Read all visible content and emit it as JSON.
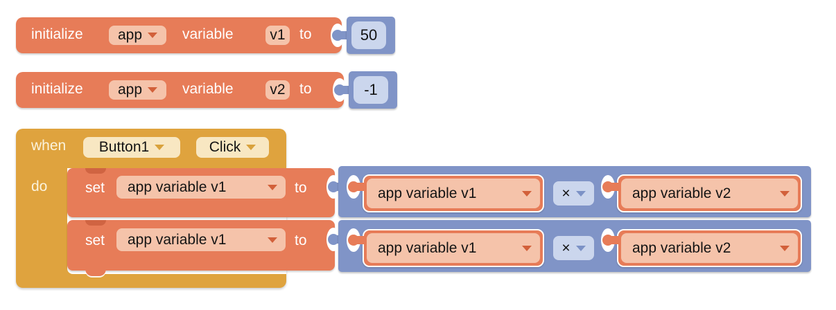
{
  "palette": {
    "salmon": "#E77C58",
    "salmon_dark": "#D2603A",
    "pink": "#F5C3AA",
    "gold": "#DFA33E",
    "cream": "#F8E7C2",
    "gold_arrow": "#D9A23C",
    "blue": "#8094C7",
    "blue_light": "#CBD6ED",
    "blue_arrow": "#7C92C6"
  },
  "init_blocks": [
    {
      "keyword_initialize": "initialize",
      "scope": "app",
      "keyword_variable": "variable",
      "var_name": "v1",
      "keyword_to": "to",
      "value": "50"
    },
    {
      "keyword_initialize": "initialize",
      "scope": "app",
      "keyword_variable": "variable",
      "var_name": "v2",
      "keyword_to": "to",
      "value": "-1"
    }
  ],
  "when_block": {
    "keyword_when": "when",
    "component": "Button1",
    "event": "Click",
    "keyword_do": "do",
    "statements": [
      {
        "keyword_set": "set",
        "variable": "app variable v1",
        "keyword_to": "to",
        "expression": {
          "left": "app variable v1",
          "operator": "×",
          "right": "app variable v2"
        }
      },
      {
        "keyword_set": "set",
        "variable": "app variable v1",
        "keyword_to": "to",
        "expression": {
          "left": "app variable v1",
          "operator": "×",
          "right": "app variable v2"
        }
      }
    ]
  }
}
